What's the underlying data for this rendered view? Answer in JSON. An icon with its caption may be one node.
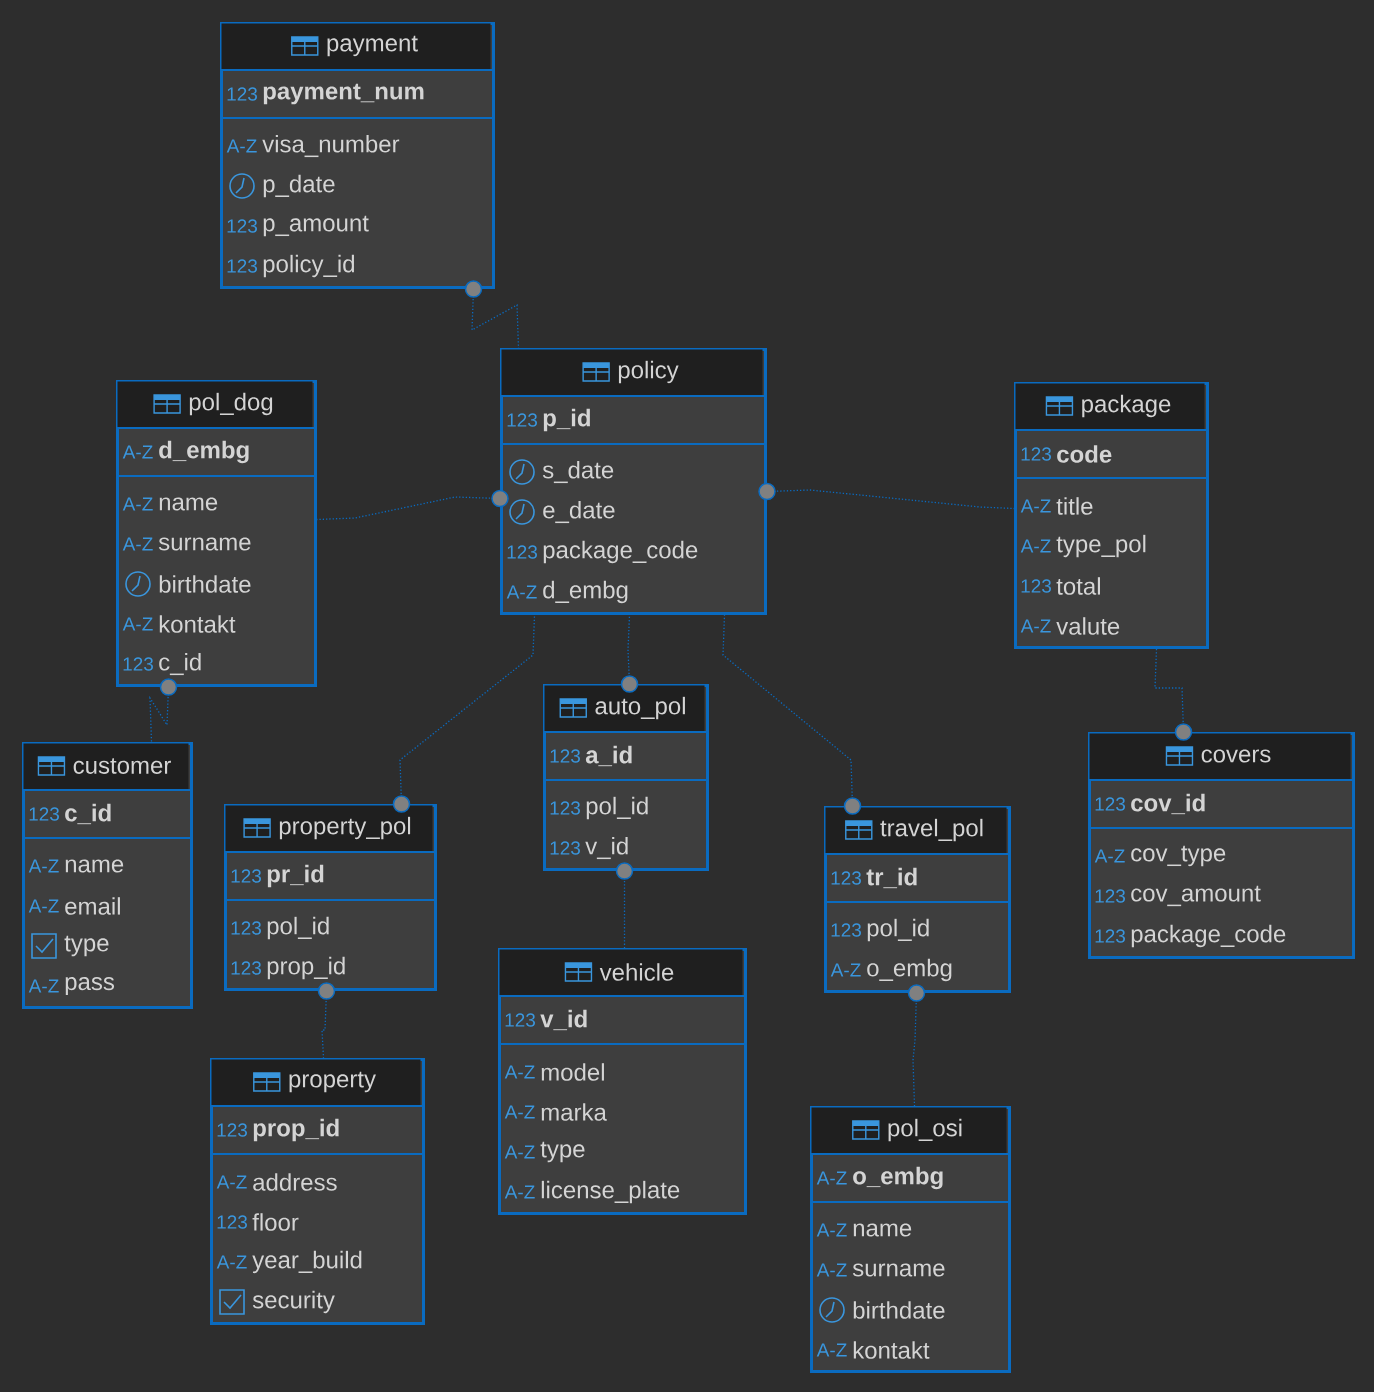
{
  "diagram": {
    "nodes": [
      {
        "text": [
          "payment",
          "payment_num",
          "visa_number",
          "p_date",
          "p_amount",
          "policy_id"
        ]
      },
      {
        "text": [
          "pol_dog",
          "d_embg",
          "name",
          "surname",
          "birthdate",
          "kontakt",
          "c_id"
        ]
      },
      {
        "text": [
          "policy",
          "p_id",
          "s_date",
          "e_date",
          "package_code",
          "d_embg"
        ]
      },
      {
        "text": [
          "package",
          "code",
          "title",
          "type_pol",
          "total",
          "valute"
        ]
      },
      {
        "text": [
          "auto_pol",
          "a_id",
          "pol_id",
          "v_id"
        ]
      },
      {
        "text": [
          "covers",
          "cov_id",
          "cov_type",
          "cov_amount",
          "package_code"
        ]
      },
      {
        "text": [
          "customer",
          "c_id",
          "name",
          "email",
          "type",
          "pass"
        ]
      },
      {
        "text": [
          "property_pol",
          "pr_id",
          "pol_id",
          "prop_id"
        ]
      },
      {
        "text": [
          "travel_pol",
          "tr_id",
          "pol_id",
          "o_embg"
        ]
      },
      {
        "text": [
          "vehicle",
          "v_id",
          "model",
          "marka",
          "type",
          "license_plate"
        ]
      },
      {
        "text": [
          "property",
          "prop_id",
          "address",
          "floor",
          "year_build",
          "security"
        ]
      },
      {
        "text": [
          "pol_osi",
          "o_embg",
          "name",
          "surname",
          "birthdate",
          "kontakt"
        ]
      }
    ],
    "edges": [
      {
        "from": 0,
        "to": 2,
        "arrow": "other"
      },
      {
        "from": 2,
        "to": 1,
        "arrow": "other"
      },
      {
        "from": 2,
        "to": 3,
        "arrow": "other"
      },
      {
        "from": 5,
        "to": 3,
        "arrow": "other"
      },
      {
        "from": 1,
        "to": 6,
        "arrow": "other"
      },
      {
        "from": 7,
        "to": 2,
        "arrow": "other"
      },
      {
        "from": 4,
        "to": 2,
        "arrow": "other"
      },
      {
        "from": 8,
        "to": 2,
        "arrow": "other"
      },
      {
        "from": 4,
        "to": 9,
        "arrow": "other"
      },
      {
        "from": 7,
        "to": 10,
        "arrow": "other"
      },
      {
        "from": 8,
        "to": 11,
        "arrow": "other"
      }
    ],
    "labels": [
      "123",
      "A-Z",
      "123",
      "123",
      "A-Z",
      "A-Z",
      "A-Z",
      "A-Z",
      "123",
      "123",
      "123",
      "A-Z",
      "123",
      "A-Z",
      "A-Z",
      "123",
      "A-Z",
      "123",
      "123",
      "123",
      "123",
      "A-Z",
      "123",
      "123",
      "123",
      "A-Z",
      "A-Z",
      "A-Z",
      "123",
      "123",
      "123",
      "123",
      "123",
      "A-Z",
      "123",
      "A-Z",
      "A-Z",
      "A-Z",
      "A-Z",
      "123",
      "A-Z",
      "123",
      "A-Z",
      "A-Z",
      "A-Z",
      "A-Z",
      "A-Z"
    ]
  }
}
